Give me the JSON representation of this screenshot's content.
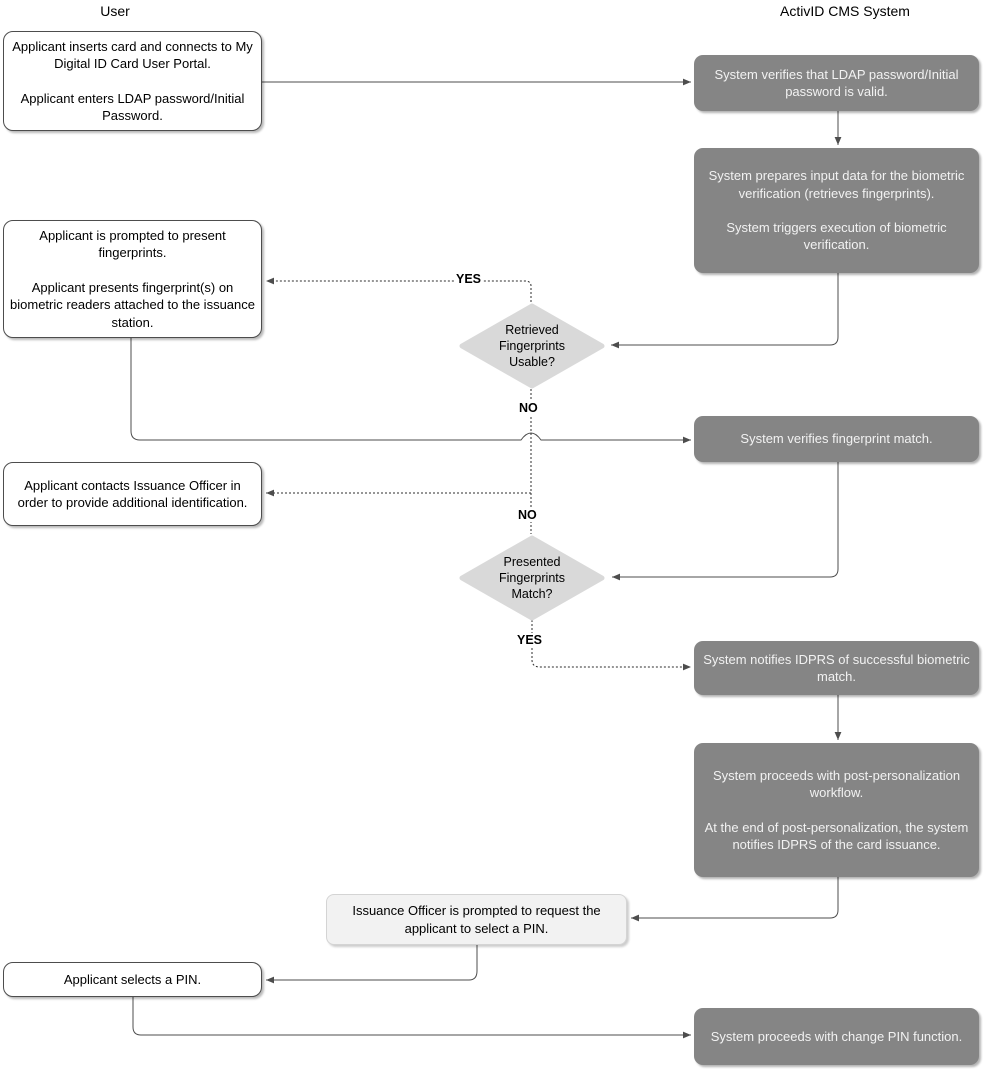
{
  "headers": {
    "left": "User",
    "right": "ActivID CMS System"
  },
  "user_nodes": {
    "insert_card": {
      "text": "Applicant inserts card and connects to My Digital ID Card User Portal.\n\nApplicant enters LDAP password/Initial Password."
    },
    "present_fingerprints": {
      "text": "Applicant is prompted to present fingerprints.\n\nApplicant presents fingerprint(s) on biometric readers attached to the issuance station."
    },
    "contact_officer": {
      "text": "Applicant contacts Issuance Officer in order to provide additional identification."
    },
    "select_pin": {
      "text": "Applicant selects a PIN."
    }
  },
  "officer_nodes": {
    "prompt_pin": {
      "text": "Issuance Officer is prompted to request the applicant to select a PIN."
    }
  },
  "system_nodes": {
    "verify_ldap": {
      "text": "System verifies that LDAP password/Initial password is valid."
    },
    "prepare_biometric": {
      "text": "System prepares input data for the biometric verification (retrieves fingerprints).\n\nSystem triggers execution of biometric verification."
    },
    "verify_match": {
      "text": "System verifies fingerprint match."
    },
    "notify_idprs": {
      "text": "System notifies IDPRS of successful biometric match."
    },
    "post_personalization": {
      "text": "System proceeds with post-personalization workflow.\n\nAt the end of post-personalization, the system notifies IDPRS of the card issuance."
    },
    "change_pin": {
      "text": "System proceeds with change PIN function."
    }
  },
  "decisions": {
    "fingerprints_usable": {
      "text": "Retrieved\nFingerprints\nUsable?",
      "yes_label": "YES",
      "no_label": "NO"
    },
    "fingerprints_match": {
      "text": "Presented\nFingerprints\nMatch?",
      "yes_label": "YES",
      "no_label": "NO"
    }
  },
  "colors": {
    "system_box_fill": "#858585",
    "system_box_text": "#f2f2f2",
    "user_box_fill": "#ffffff",
    "user_box_border": "#4d4d4d",
    "officer_box_fill": "#f2f2f2",
    "decision_fill": "#d9d9d9",
    "solid_line": "#4d4d4d",
    "dotted_line": "#2e2e2e"
  }
}
